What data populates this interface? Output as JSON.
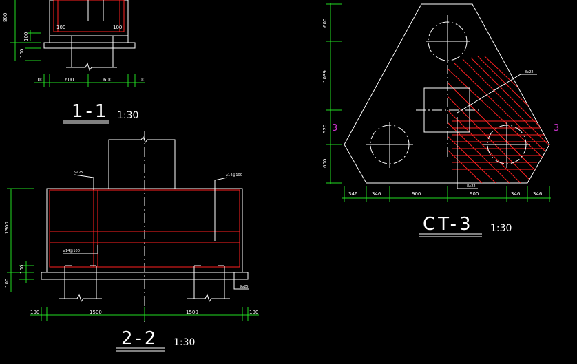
{
  "sections": {
    "s11": {
      "title": "1-1",
      "scale": "1:30",
      "dims_bottom": [
        "100",
        "600",
        "600",
        "100"
      ],
      "dims_left": [
        "800",
        "100",
        "100"
      ],
      "inner_labels": [
        "100",
        "100"
      ]
    },
    "s22": {
      "title": "2-2",
      "scale": "1:30",
      "dims_bottom": [
        "100",
        "1500",
        "1500",
        "100"
      ],
      "dims_left": [
        "1300",
        "100",
        "100"
      ],
      "notes": [
        "9⌀25",
        "⌀14@100",
        "⌀14@100",
        "9⌀25"
      ]
    },
    "ct3": {
      "title": "CT-3",
      "scale": "1:30",
      "dims_bottom": [
        "346",
        "346",
        "900",
        "900",
        "346",
        "346"
      ],
      "dims_left": [
        "600",
        "1039",
        "520",
        "600"
      ],
      "section_mark": "3",
      "notes": [
        "8⌀22",
        "8⌀22"
      ]
    }
  },
  "colors": {
    "line": "#ffffff",
    "dimension": "#22dd22",
    "rebar": "#ff2020",
    "section_mark": "#cc33cc"
  }
}
